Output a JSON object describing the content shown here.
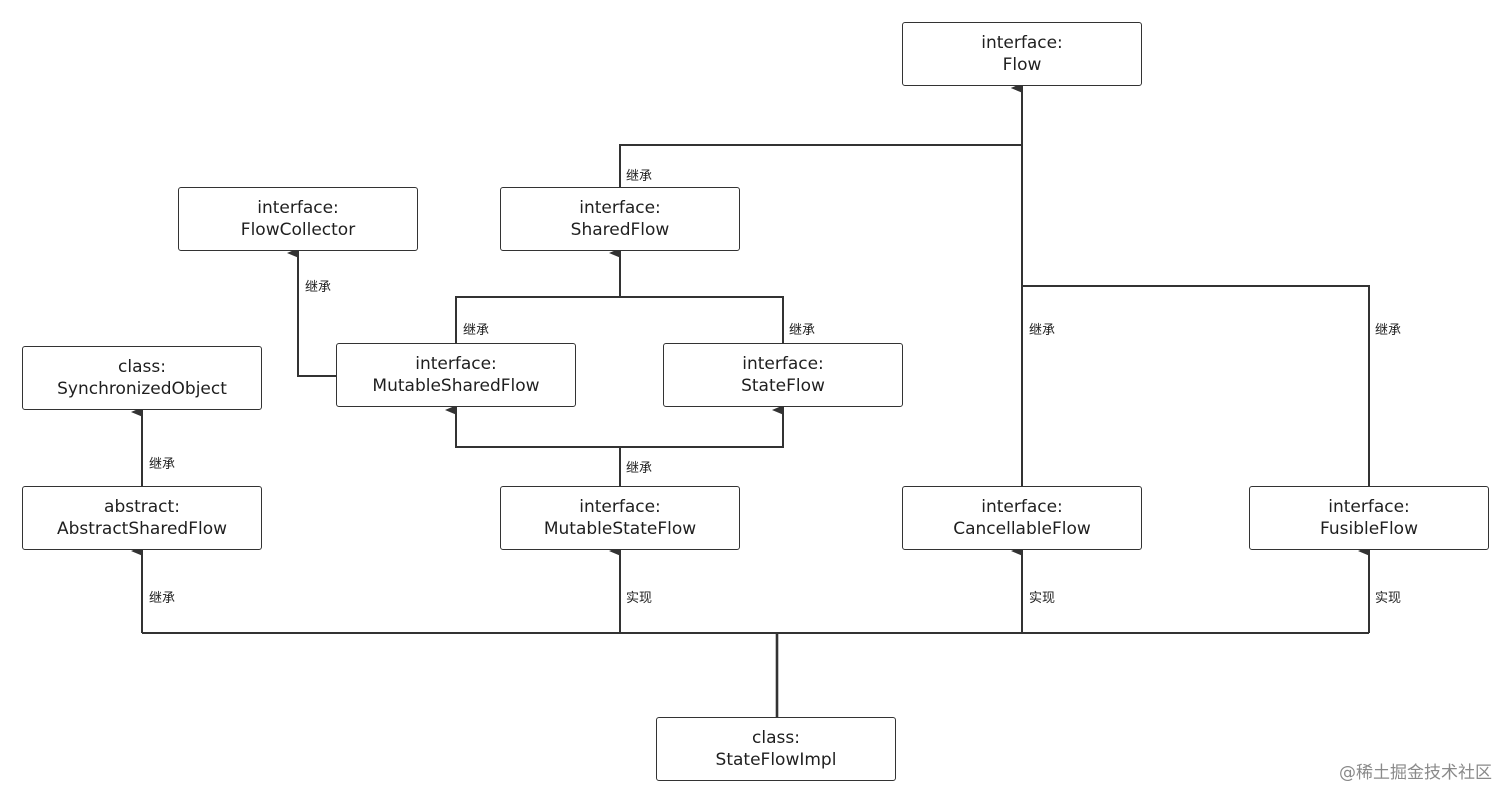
{
  "nodes": {
    "flow": {
      "kind": "interface:",
      "name": "Flow"
    },
    "flow_collector": {
      "kind": "interface:",
      "name": "FlowCollector"
    },
    "shared_flow": {
      "kind": "interface:",
      "name": "SharedFlow"
    },
    "synchronized_object": {
      "kind": "class:",
      "name": "SynchronizedObject"
    },
    "mutable_shared_flow": {
      "kind": "interface:",
      "name": "MutableSharedFlow"
    },
    "state_flow": {
      "kind": "interface:",
      "name": "StateFlow"
    },
    "abstract_shared_flow": {
      "kind": "abstract:",
      "name": "AbstractSharedFlow"
    },
    "mutable_state_flow": {
      "kind": "interface:",
      "name": "MutableStateFlow"
    },
    "cancellable_flow": {
      "kind": "interface:",
      "name": "CancellableFlow"
    },
    "fusible_flow": {
      "kind": "interface:",
      "name": "FusibleFlow"
    },
    "state_flow_impl": {
      "kind": "class:",
      "name": "StateFlowImpl"
    }
  },
  "labels": {
    "inherit": "继承",
    "implement": "实现"
  },
  "watermark": "@稀土掘金技术社区",
  "colors": {
    "line": "#333333",
    "text": "#1f1f1f",
    "watermark": "#8a8a8a"
  }
}
